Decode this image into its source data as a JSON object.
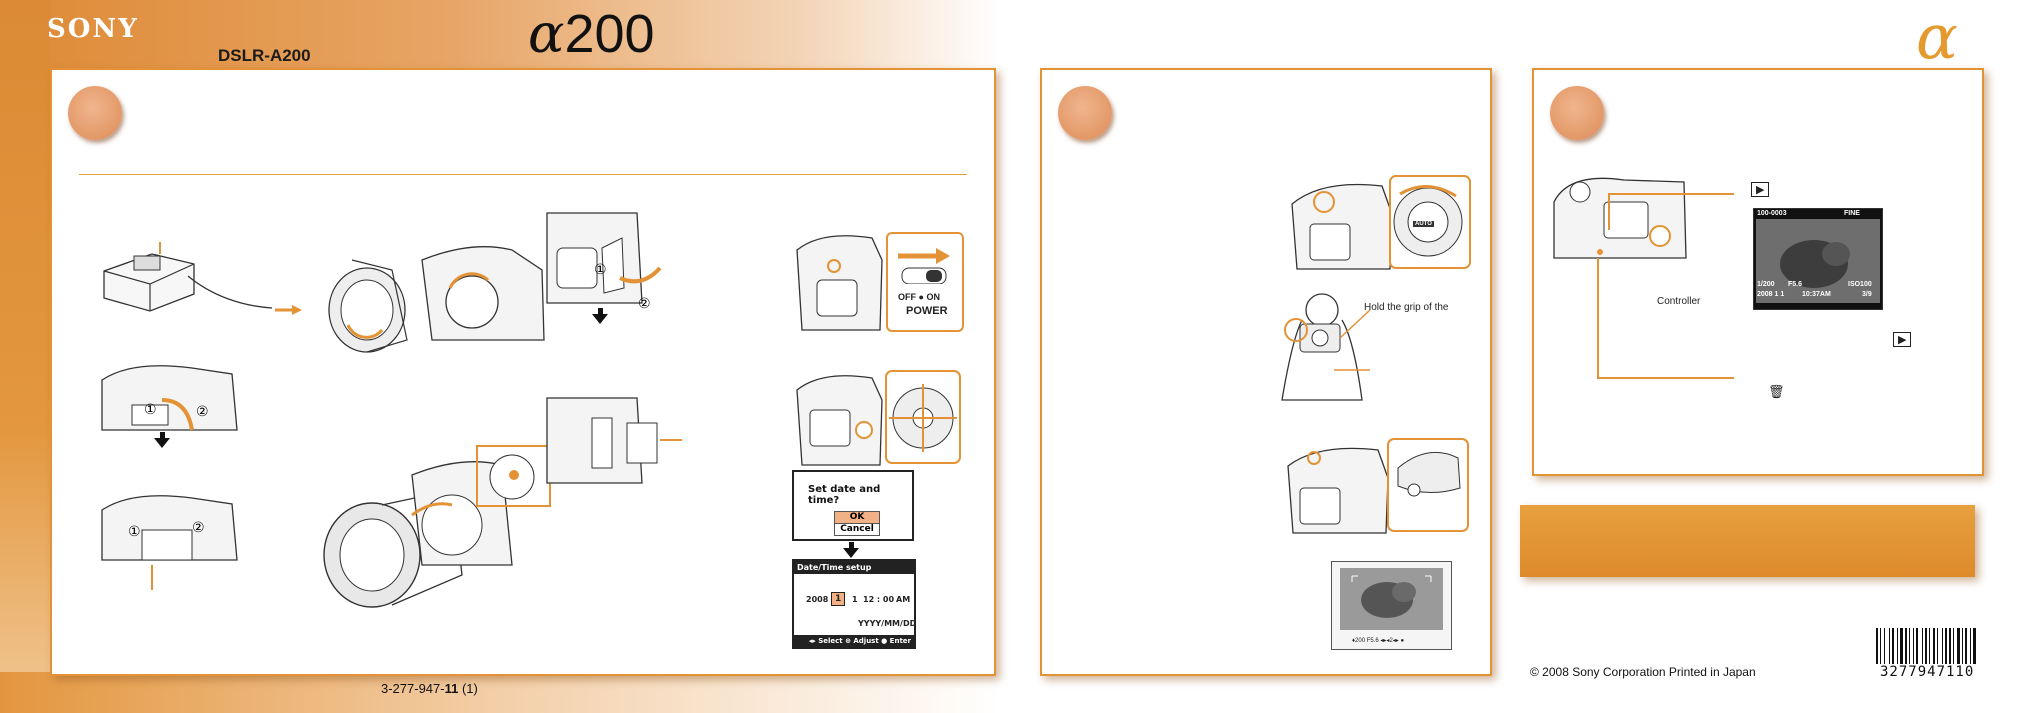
{
  "header": {
    "brand": "SONY",
    "model": "DSLR-A200",
    "title_symbol": "α",
    "title_number": "200",
    "logo_symbol": "α"
  },
  "panel1": {
    "power_switch": {
      "off_label": "OFF",
      "on_label": "ON",
      "caption": "POWER"
    },
    "date_dialog": {
      "question": "Set date and time?",
      "ok": "OK",
      "cancel": "Cancel"
    },
    "datetime_setup": {
      "title": "Date/Time setup",
      "year": "2008",
      "month": "1",
      "day": "1",
      "time": "12 : 00",
      "ampm": "AM",
      "format": "YYYY/MM/DD",
      "footer": "◂▸ Select  ⊕ Adjust  ● Enter"
    },
    "step_numbers": [
      "①",
      "②",
      "①",
      "②",
      "①",
      "②"
    ]
  },
  "panel2": {
    "mode_dial_auto": "AUTO",
    "grip_caption": "Hold the grip of the",
    "viewfinder_info": "♦200  F5.6  ◂▸◂2◂▸  ●"
  },
  "panel3": {
    "playback_icon": "▶",
    "lcd": {
      "folder_file": "100-0003",
      "quality": "FINE",
      "shutter": "1/200",
      "aperture": "F5.6",
      "iso": "ISO100",
      "date": "2008 1 1",
      "time": "10:37AM",
      "count": "3/9"
    },
    "controller_label": "Controller",
    "delete_icon": "🗑"
  },
  "footer": {
    "part_number_prefix": "3-277-947-",
    "part_number_bold": "11",
    "part_number_suffix": " (1)",
    "copyright": "© 2008  Sony Corporation    Printed in Japan",
    "barcode_number": "3277947110"
  },
  "colors": {
    "accent_orange": "#e39235",
    "circle_orange": "#e39867",
    "ok_button": "#f2b184"
  }
}
